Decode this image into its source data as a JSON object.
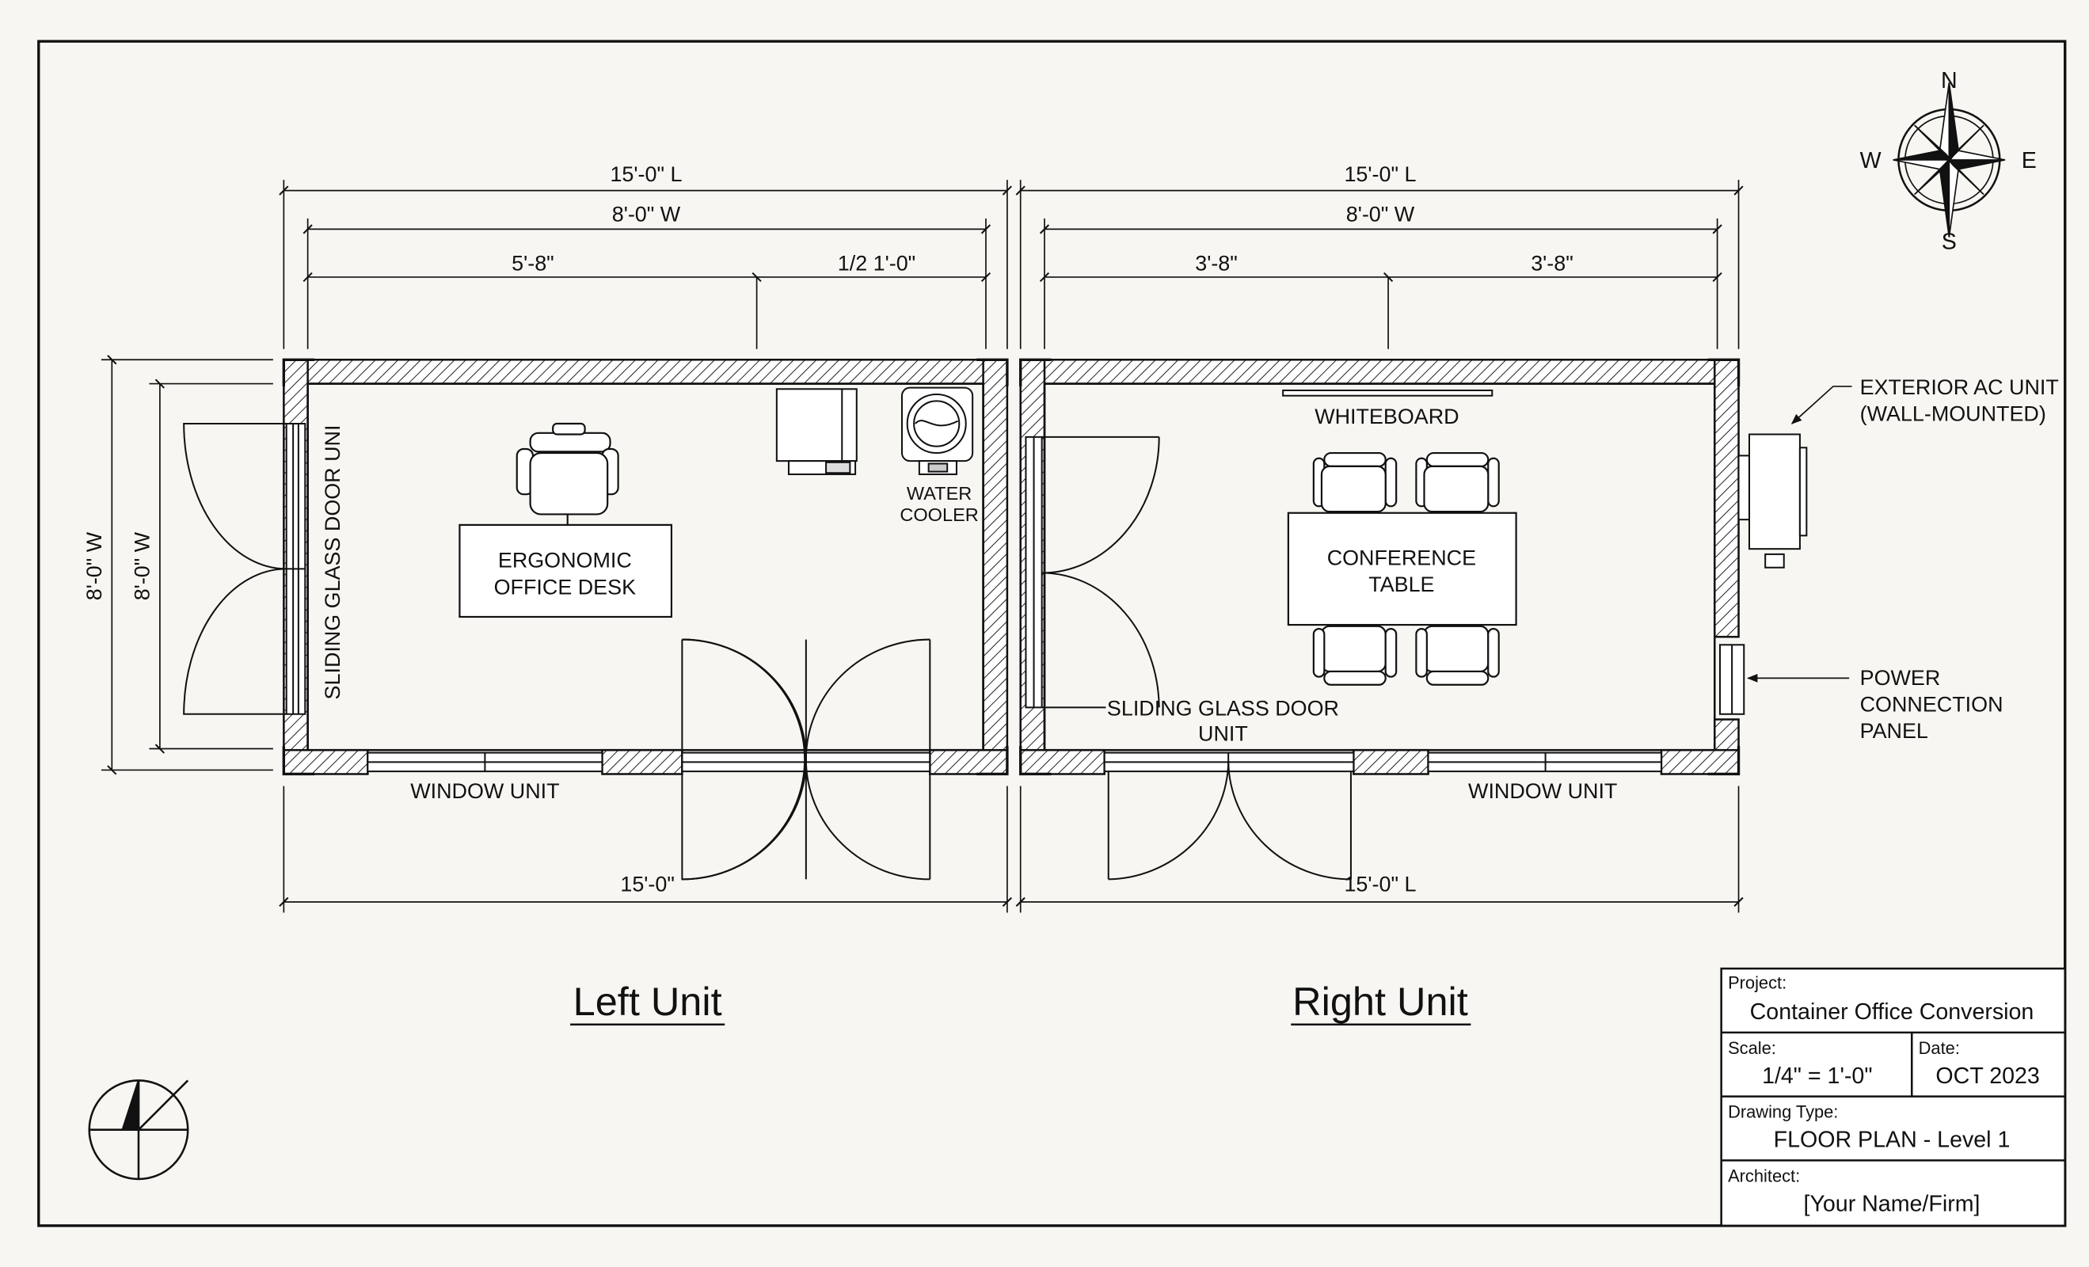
{
  "compass": {
    "n": "N",
    "s": "S",
    "e": "E",
    "w": "W"
  },
  "left_unit": {
    "title": "Left Unit",
    "dim_length_top": "15'-0\" L",
    "dim_width_top": "8'-0\" W",
    "dim_seg_a": "5'-8\"",
    "dim_seg_b": "1/2 1'-0\"",
    "dim_side_outer": "8'-0\" W",
    "dim_side_inner": "8'-0\" W",
    "dim_bottom": "15'-0\"",
    "label_desk_line1": "ERGONOMIC",
    "label_desk_line2": "OFFICE DESK",
    "label_cooler_line1": "WATER",
    "label_cooler_line2": "COOLER",
    "label_sliding_door": "SLIDING GLASS DOOR UNI",
    "label_window": "WINDOW UNIT"
  },
  "right_unit": {
    "title": "Right Unit",
    "dim_length_top": "15'-0\" L",
    "dim_width_top": "8'-0\" W",
    "dim_seg_a": "3'-8\"",
    "dim_seg_b": "3'-8\"",
    "dim_bottom": "15'-0\" L",
    "label_whiteboard": "WHITEBOARD",
    "label_table_line1": "CONFERENCE",
    "label_table_line2": "TABLE",
    "label_sliding_line1": "SLIDING GLASS DOOR",
    "label_sliding_line2": "UNIT",
    "label_window": "WINDOW UNIT",
    "label_ac_line1": "EXTERIOR AC UNIT",
    "label_ac_line2": "(WALL-MOUNTED)",
    "label_power_line1": "POWER",
    "label_power_line2": "CONNECTION",
    "label_power_line3": "PANEL"
  },
  "title_block": {
    "project_label": "Project:",
    "project_value": "Container Office Conversion",
    "scale_label": "Scale:",
    "scale_value": "1/4\" = 1'-0\"",
    "date_label": "Date:",
    "date_value": "OCT 2023",
    "type_label": "Drawing Type:",
    "type_value": "FLOOR PLAN - Level 1",
    "architect_label": "Architect:",
    "architect_value": "[Your Name/Firm]"
  }
}
